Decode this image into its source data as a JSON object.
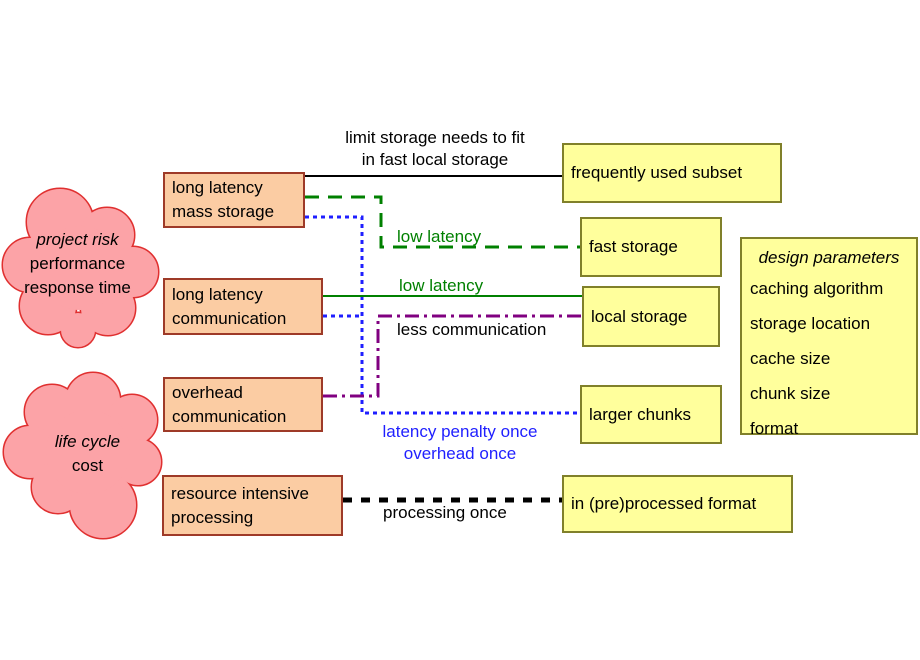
{
  "clouds": [
    {
      "title": "project risk",
      "lines": "performance\nresponse time"
    },
    {
      "title": "life cycle",
      "lines": "cost"
    }
  ],
  "factor_boxes": [
    {
      "label": "long latency\nmass storage"
    },
    {
      "label": "long latency\ncommunication"
    },
    {
      "label": "overhead\ncommunication"
    },
    {
      "label": "resource intensive\nprocessing"
    }
  ],
  "solution_boxes": [
    {
      "label": "frequently used subset"
    },
    {
      "label": "fast storage"
    },
    {
      "label": "local storage"
    },
    {
      "label": "larger chunks"
    },
    {
      "label": "in (pre)processed format"
    }
  ],
  "design_parameters": {
    "title": "design parameters",
    "items": [
      "caching algorithm",
      "storage location",
      "cache size",
      "chunk size",
      "format"
    ]
  },
  "edge_labels": {
    "limit_storage": "limit storage needs to fit\nin fast local storage",
    "low_latency_fast": "low latency",
    "low_latency_local": "low latency",
    "less_communication": "less communication",
    "latency_overhead": "latency penalty once\noverhead once",
    "processing_once": "processing once"
  },
  "colors": {
    "cloud_fill": "#fca3a7",
    "cloud_stroke": "#e03030",
    "factor_box_fill": "#fbcca3",
    "factor_box_border": "#9e3a28",
    "solution_box_fill": "#ffff9c",
    "solution_box_border": "#80802a",
    "edge_black": "#000000",
    "edge_green": "#008000",
    "edge_blue": "#1f1fff",
    "edge_purple": "#800080"
  }
}
